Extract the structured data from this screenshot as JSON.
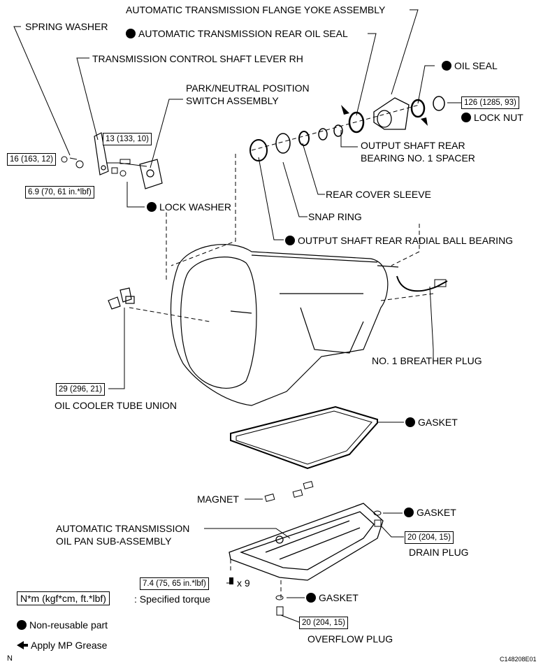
{
  "labels": {
    "spring_washer": "SPRING WASHER",
    "flange_yoke": "AUTOMATIC TRANSMISSION FLANGE YOKE ASSEMBLY",
    "rear_oil_seal": "AUTOMATIC TRANSMISSION REAR OIL SEAL",
    "control_shaft_lever": "TRANSMISSION CONTROL SHAFT LEVER RH",
    "oil_seal": "OIL SEAL",
    "park_neutral_1": "PARK/NEUTRAL POSITION",
    "park_neutral_2": "SWITCH ASSEMBLY",
    "lock_nut": "LOCK NUT",
    "spacer_1": "OUTPUT SHAFT REAR",
    "spacer_2": "BEARING NO. 1 SPACER",
    "rear_cover_sleeve": "REAR COVER SLEEVE",
    "lock_washer": "LOCK WASHER",
    "snap_ring": "SNAP RING",
    "radial_ball_bearing": "OUTPUT SHAFT REAR RADIAL BALL BEARING",
    "breather_plug": "NO. 1 BREATHER PLUG",
    "oil_cooler_union": "OIL COOLER TUBE UNION",
    "gasket_pan": "GASKET",
    "magnet": "MAGNET",
    "oil_pan_1": "AUTOMATIC TRANSMISSION",
    "oil_pan_2": "OIL PAN SUB-ASSEMBLY",
    "gasket_drain": "GASKET",
    "drain_plug": "DRAIN PLUG",
    "gasket_overflow": "GASKET",
    "overflow_plug": "OVERFLOW PLUG",
    "bolt_count": "x 9"
  },
  "torques": {
    "lever_nut": "16 (163, 12)",
    "switch_bolt": "13 (133, 10)",
    "switch_nut": "6.9 (70, 61 in.*lbf)",
    "lock_nut": "126 (1285, 93)",
    "cooler_union": "29 (296, 21)",
    "drain_plug": "20 (204, 15)",
    "pan_bolts": "7.4 (75, 65 in.*lbf)",
    "overflow_plug": "20 (204, 15)"
  },
  "legend": {
    "torque_unit": "N*m (kgf*cm, ft.*lbf)",
    "torque_desc": ": Specified torque",
    "non_reusable": "Non-reusable part",
    "apply_grease": "Apply MP Grease"
  },
  "footer": {
    "left": "N",
    "right": "C148208E01"
  }
}
